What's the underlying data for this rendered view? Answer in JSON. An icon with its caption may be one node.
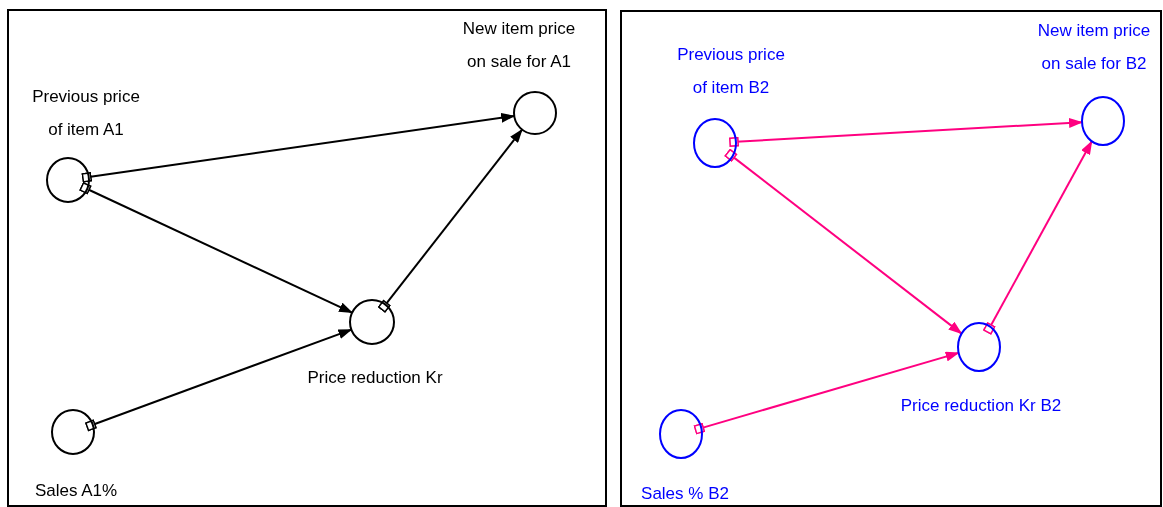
{
  "diagram": {
    "nodes": [
      {
        "text": [],
        "shape": "box"
      },
      {
        "text": [
          "Previous price of item A1"
        ],
        "in": 0
      },
      {
        "text": [
          "New item price on sale for A1"
        ],
        "in": 0
      },
      {
        "text": [
          "Price reduction Kr"
        ],
        "in": 0
      },
      {
        "text": [
          "Sales A1%"
        ],
        "in": 0
      },
      {
        "text": [],
        "shape": "box"
      },
      {
        "text": [
          "Previous price of item B2"
        ],
        "in": 5
      },
      {
        "text": [
          "New item price on sale for B2"
        ],
        "in": 5
      },
      {
        "text": [
          "Price reduction Kr B2"
        ],
        "in": 5
      },
      {
        "text": [
          "Sales % B2"
        ],
        "in": 5
      }
    ],
    "edges": [
      {
        "from": 1,
        "to": 2,
        "arrow": "to"
      },
      {
        "from": 1,
        "to": 3,
        "arrow": "to"
      },
      {
        "from": 3,
        "to": 2,
        "arrow": "to"
      },
      {
        "from": 4,
        "to": 3,
        "arrow": "to"
      },
      {
        "from": 6,
        "to": 7,
        "arrow": "to",
        "color": "#ff0080"
      },
      {
        "from": 6,
        "to": 8,
        "arrow": "to",
        "color": "#ff0080"
      },
      {
        "from": 8,
        "to": 7,
        "arrow": "to",
        "color": "#ff0080"
      },
      {
        "from": 9,
        "to": 8,
        "arrow": "to",
        "color": "#ff0080"
      }
    ]
  }
}
